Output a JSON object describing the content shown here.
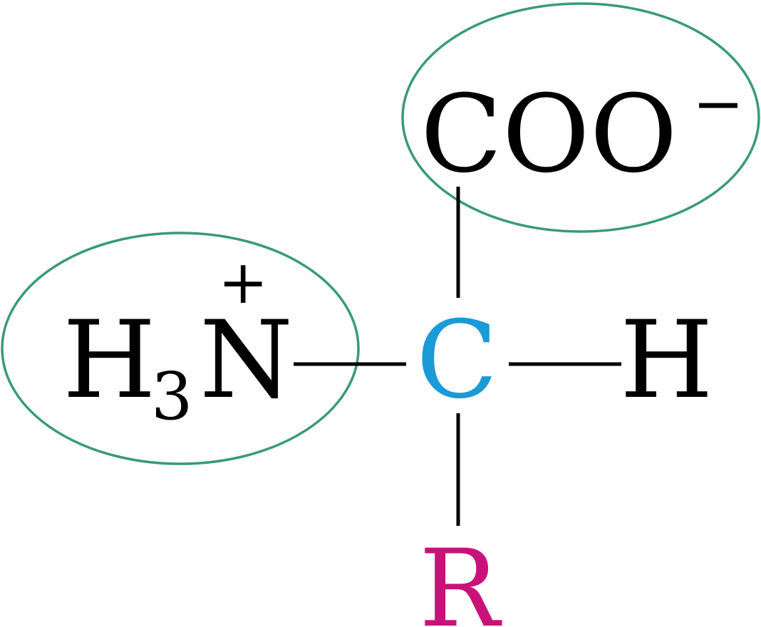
{
  "carboxyl_group": {
    "text": "COO",
    "charge": "−"
  },
  "amino_group": {
    "h": "H",
    "subscript": "3",
    "n": "N",
    "charge": "+"
  },
  "alpha_carbon": "C",
  "hydrogen": "H",
  "r_group": "R",
  "colors": {
    "alpha_carbon": "#1a9ad6",
    "r_group": "#c8127a",
    "group_outline": "#3a9a78",
    "bond": "#000000",
    "atom_text": "#000000"
  }
}
